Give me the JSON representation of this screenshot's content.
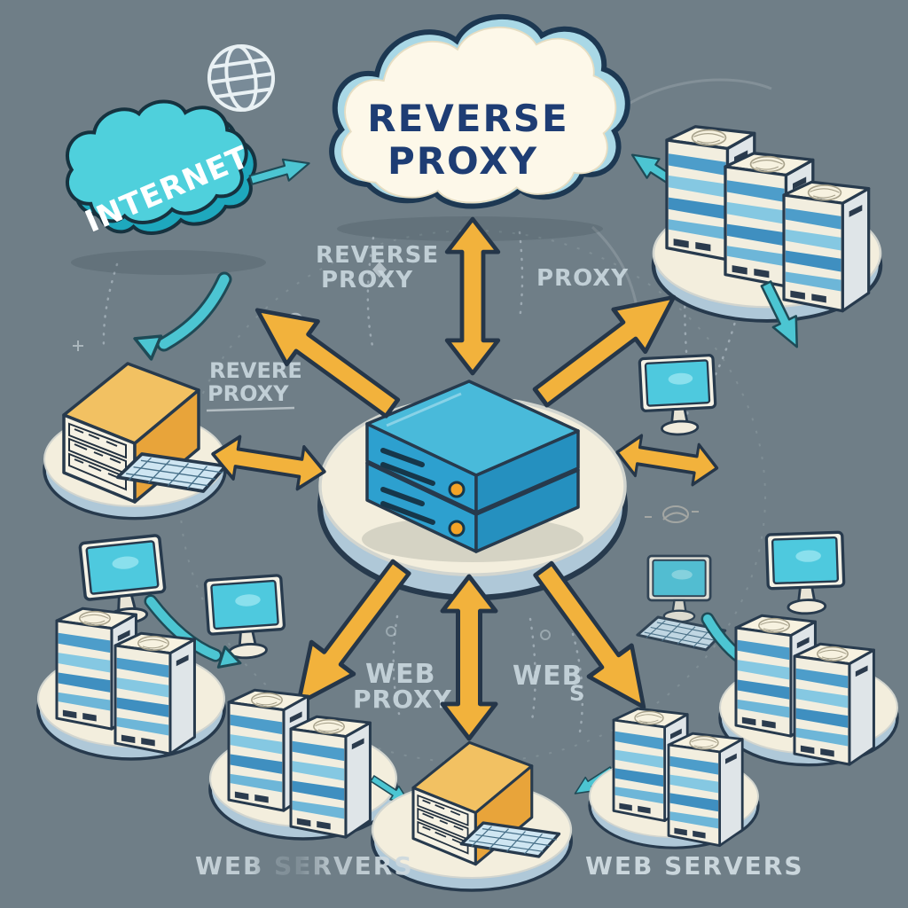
{
  "canvas": {
    "width": "1024",
    "height": "1024",
    "background": "#6f7e87"
  },
  "colors": {
    "background": "#6f7e87",
    "teal": "#4cc5d2",
    "teal_dark": "#1ea8bd",
    "yellow_arrow": "#f2b23c",
    "cream": "#f3eedd",
    "platform_rim": "#afc8d8",
    "navy_text": "#1e3d74",
    "outline": "#273a4d",
    "label_light": "#c9d6dd",
    "server_stripe": "#4d9dca",
    "proxy_blue": "#45b7da",
    "box_yellow": "#e8a43a",
    "screen_teal": "#4ec9de",
    "white_text": "#ffffff"
  },
  "clouds": {
    "internet": {
      "label": "INTERNET"
    },
    "reverse_proxy": {
      "line1": "REVERSE",
      "line2": "PROXY"
    }
  },
  "labels": {
    "reverse_proxy_left": {
      "line1": "REVERSE",
      "line2": "PROXY"
    },
    "proxy_right": "PROXY",
    "revere_proxy": {
      "line1": "REVERE",
      "line2": "PROXY"
    },
    "web_proxy": {
      "line1": "WEB",
      "line2": "PROXY"
    },
    "web_right": {
      "text": "WEB",
      "faded_suffix": "S"
    },
    "web_servers_left": "WEB SERVERS",
    "web_servers_right": "WEB SERVERS"
  },
  "icons": {
    "globe": "globe-icon",
    "internet_cloud": "internet-cloud-icon",
    "reverse_proxy_cloud": "reverse-proxy-cloud-icon",
    "proxy_stack": "proxy-server-stack-icon",
    "server_tower": "server-tower-icon",
    "monitor": "monitor-icon",
    "keyboard": "keyboard-icon",
    "storage_box": "storage-box-icon",
    "yellow_arrow": "yellow-arrow-icon",
    "teal_arrow": "teal-arrow-icon",
    "platform": "platform-disc"
  }
}
